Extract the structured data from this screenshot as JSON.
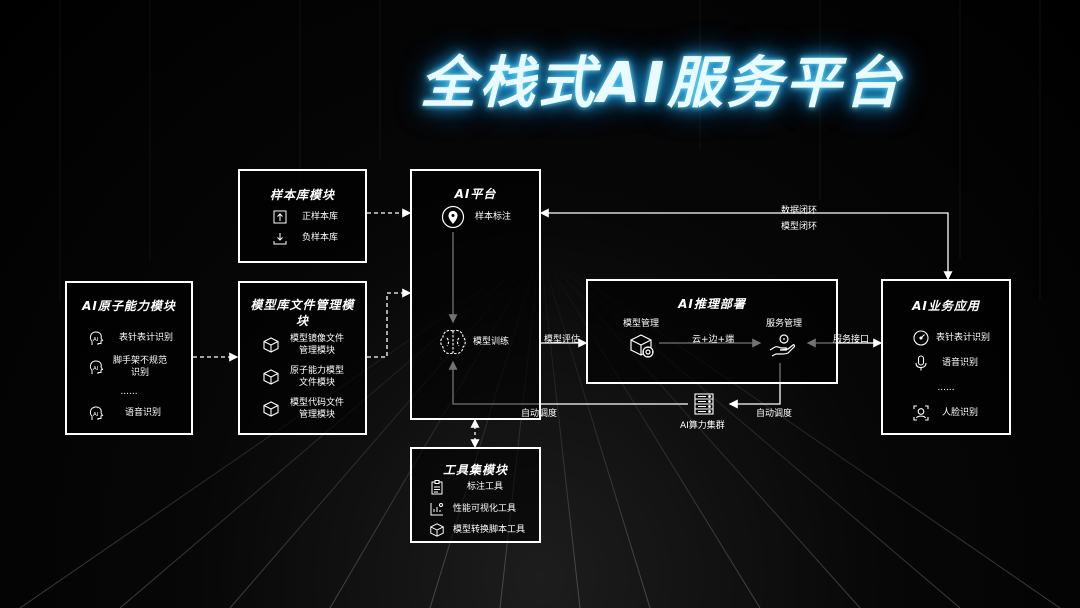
{
  "title": "全栈式AI服务平台",
  "sample_lib": {
    "title": "样本库模块",
    "items": [
      {
        "label": "正样本库",
        "icon": "upload-file-icon"
      },
      {
        "label": "负样本库",
        "icon": "download-file-icon"
      }
    ]
  },
  "model_lib": {
    "title_line1": "模型库文件管理模",
    "title_line2": "块",
    "items": [
      {
        "line1": "模型镜像文件",
        "line2": "管理模块",
        "icon": "cube-icon"
      },
      {
        "line1": "原子能力模型",
        "line2": "文件模块",
        "icon": "cube-icon"
      },
      {
        "line1": "模型代码文件",
        "line2": "管理模块",
        "icon": "cube-icon"
      }
    ]
  },
  "atomic": {
    "title": "AI原子能力模块",
    "items": [
      {
        "line1": "表针表计识别",
        "line2": "",
        "icon": "ai-head-icon"
      },
      {
        "line1": "脚手架不规范",
        "line2": "识别",
        "icon": "ai-head-icon"
      },
      {
        "line1": "......",
        "line2": "",
        "icon": ""
      },
      {
        "line1": "语音识别",
        "line2": "",
        "icon": "ai-head-icon"
      }
    ]
  },
  "ai_platform": {
    "title": "AI平台",
    "annotation": "样本标注",
    "training": "模型训练",
    "icons": {
      "annotation": "location-pin-icon",
      "training": "brain-icon"
    }
  },
  "tools": {
    "title": "工具集模块",
    "items": [
      {
        "label": "标注工具",
        "icon": "clipboard-icon"
      },
      {
        "label": "性能可视化工具",
        "icon": "chart-eye-icon"
      },
      {
        "label": "模型转换脚本工具",
        "icon": "cube-icon"
      }
    ]
  },
  "inference": {
    "title": "AI推理部署",
    "model_mgmt": "模型管理",
    "service_mgmt": "服务管理",
    "edge_label": "云+边+端",
    "icons": {
      "model_mgmt": "cube-gear-icon",
      "service_mgmt": "hand-coin-icon"
    }
  },
  "compute": {
    "label": "AI算力集群",
    "icon": "server-rack-icon"
  },
  "business": {
    "title": "AI业务应用",
    "items": [
      {
        "label": "表针表计识别",
        "icon": "gauge-icon"
      },
      {
        "label": "语音识别",
        "icon": "microphone-icon"
      },
      {
        "label": "......",
        "icon": ""
      },
      {
        "label": "人脸识别",
        "icon": "face-scan-icon"
      }
    ]
  },
  "edges": {
    "data_loop": "数据闭环",
    "model_loop": "模型闭环",
    "model_eval": "模型评估",
    "service_api": "服务接口",
    "auto_sched_left": "自动调度",
    "auto_sched_right": "自动调度"
  },
  "colors": {
    "background": "#000000",
    "title_glow": "#28b8ff",
    "border": "#ffffff"
  }
}
